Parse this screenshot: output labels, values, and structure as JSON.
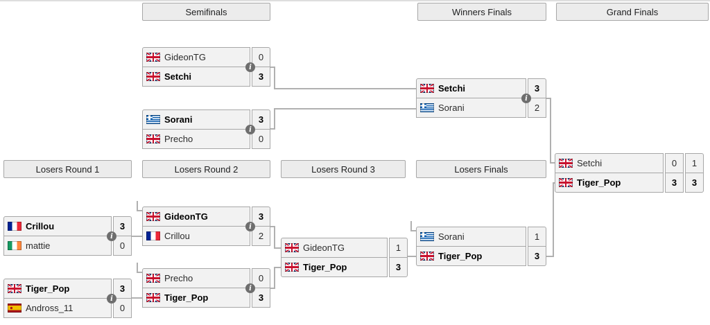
{
  "colors": {
    "cell_bg": "#f2f2f2",
    "header_bg": "#ececec",
    "border": "#a7a7a7",
    "connector": "#b0b0b0",
    "winner_text": "#000000",
    "text": "#2b2b2b",
    "info_icon_bg": "#6e6e6e",
    "info_icon_glyph_color": "#ffffff"
  },
  "icons": {
    "info_glyph": "i"
  },
  "headers": {
    "semifinals": "Semifinals",
    "winners_finals": "Winners Finals",
    "grand_finals": "Grand Finals",
    "losers_round_1": "Losers Round 1",
    "losers_round_2": "Losers Round 2",
    "losers_round_3": "Losers Round 3",
    "losers_finals": "Losers Finals"
  },
  "matches": {
    "sf1": {
      "round": "Semifinals",
      "players": [
        {
          "name": "GideonTG",
          "flag": "gb",
          "winner": false,
          "scores": [
            "0"
          ]
        },
        {
          "name": "Setchi",
          "flag": "gb",
          "winner": true,
          "scores": [
            "3"
          ]
        }
      ]
    },
    "sf2": {
      "round": "Semifinals",
      "players": [
        {
          "name": "Sorani",
          "flag": "gr",
          "winner": true,
          "scores": [
            "3"
          ]
        },
        {
          "name": "Precho",
          "flag": "gb",
          "winner": false,
          "scores": [
            "0"
          ]
        }
      ]
    },
    "wf": {
      "round": "Winners Finals",
      "players": [
        {
          "name": "Setchi",
          "flag": "gb",
          "winner": true,
          "scores": [
            "3"
          ]
        },
        {
          "name": "Sorani",
          "flag": "gr",
          "winner": false,
          "scores": [
            "2"
          ]
        }
      ]
    },
    "gf": {
      "round": "Grand Finals",
      "players": [
        {
          "name": "Setchi",
          "flag": "gb",
          "winner": false,
          "scores": [
            "0",
            "1"
          ]
        },
        {
          "name": "Tiger_Pop",
          "flag": "gb",
          "winner": true,
          "scores": [
            "3",
            "3"
          ]
        }
      ]
    },
    "lr1m1": {
      "round": "Losers Round 1",
      "players": [
        {
          "name": "Crillou",
          "flag": "fr",
          "winner": true,
          "scores": [
            "3"
          ]
        },
        {
          "name": "mattie",
          "flag": "ie",
          "winner": false,
          "scores": [
            "0"
          ]
        }
      ]
    },
    "lr1m2": {
      "round": "Losers Round 1",
      "players": [
        {
          "name": "Tiger_Pop",
          "flag": "gb",
          "winner": true,
          "scores": [
            "3"
          ]
        },
        {
          "name": "Andross_11",
          "flag": "es",
          "winner": false,
          "scores": [
            "0"
          ]
        }
      ]
    },
    "lr2m1": {
      "round": "Losers Round 2",
      "players": [
        {
          "name": "GideonTG",
          "flag": "gb",
          "winner": true,
          "scores": [
            "3"
          ]
        },
        {
          "name": "Crillou",
          "flag": "fr",
          "winner": false,
          "scores": [
            "2"
          ]
        }
      ]
    },
    "lr2m2": {
      "round": "Losers Round 2",
      "players": [
        {
          "name": "Precho",
          "flag": "gb",
          "winner": false,
          "scores": [
            "0"
          ]
        },
        {
          "name": "Tiger_Pop",
          "flag": "gb",
          "winner": true,
          "scores": [
            "3"
          ]
        }
      ]
    },
    "lr3": {
      "round": "Losers Round 3",
      "players": [
        {
          "name": "GideonTG",
          "flag": "gb",
          "winner": false,
          "scores": [
            "1"
          ]
        },
        {
          "name": "Tiger_Pop",
          "flag": "gb",
          "winner": true,
          "scores": [
            "3"
          ]
        }
      ]
    },
    "lf": {
      "round": "Losers Finals",
      "players": [
        {
          "name": "Sorani",
          "flag": "gr",
          "winner": false,
          "scores": [
            "1"
          ]
        },
        {
          "name": "Tiger_Pop",
          "flag": "gb",
          "winner": true,
          "scores": [
            "3"
          ]
        }
      ]
    }
  }
}
